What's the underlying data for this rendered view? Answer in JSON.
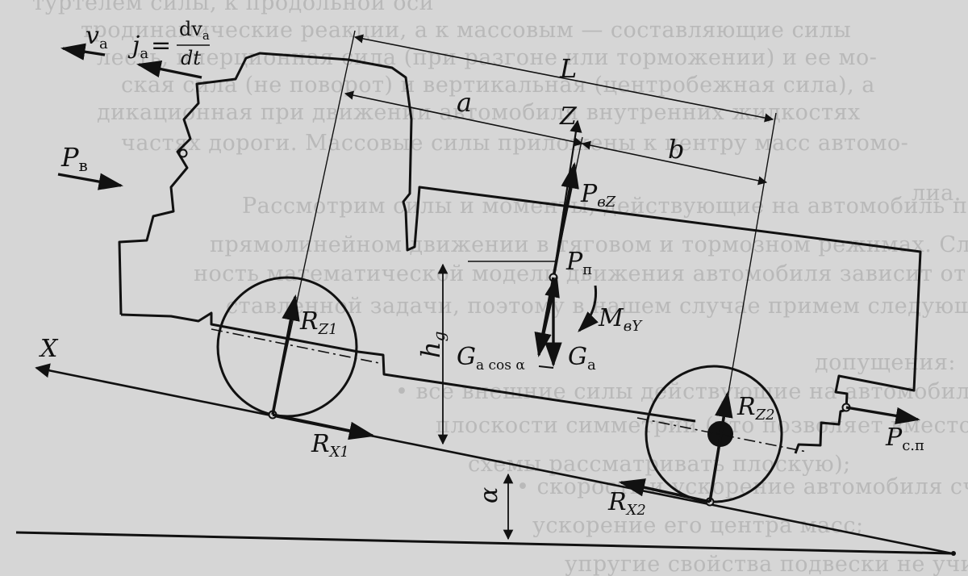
{
  "background_text": [
    "туртелем силы, к продольной оси",
    "тродинамические реакции, а к массовым — составляющие силы",
    "лесть, инерционная сила (при разгоне или торможении) и ее мо-",
    "ская сила (не поворот) и вертикальная (центробежная сила), а",
    "дикационная при движении автомобиля внутренних жидкостях",
    "частях дороги. Массовые силы приложены к центру масс автомо-",
    "лиа.",
    "Рассмотрим силы и моменты, действующие на автомобиль при",
    "прямолинейном движении в тяговом и тормозном режимах. Слож-",
    "ность математической модели движения автомобиля зависит от по-",
    "ставленной задачи, поэтому в нашем случае примем следующие",
    "допущения:",
    "• все внешние силы действующие на автомобиль, находятся в",
    "плоскости симметрии (что позволяет вместо пространственной",
    "схемы рассматривать плоскую);",
    "• скорость и ускорение автомобиля считают что скорость и",
    "ускорение его центра масс;",
    "упругие свойства подвески не учитываются:"
  ],
  "labels": {
    "v_a": "v",
    "v_a_sub": "a",
    "j_a": "j",
    "j_a_sub": "a",
    "j_eq": "=",
    "j_num_d": "dv",
    "j_num_sub": "a",
    "j_den": "dt",
    "P_v": "P",
    "P_v_sub": "в",
    "L": "L",
    "a": "a",
    "b": "b",
    "Z": "Z",
    "P_vZ": "P",
    "P_vZ_sub": "вZ",
    "P_p": "P",
    "P_p_sub": "п",
    "M_vY": "M",
    "M_vY_sub": "вY",
    "h_g": "h",
    "h_g_sub": "g",
    "G_acos": "G",
    "G_acos_sub": "a cos α",
    "G_a": "G",
    "G_a_sub": "a",
    "R_Z1": "R",
    "R_Z1_sub": "Z1",
    "R_Z2": "R",
    "R_Z2_sub": "Z2",
    "R_X1": "R",
    "R_X1_sub": "X1",
    "R_X2": "R",
    "R_X2_sub": "X2",
    "X": "X",
    "alpha": "α",
    "P_sp": "P",
    "P_sp_sub": "с.п"
  },
  "colors": {
    "background": "#d6d6d6",
    "ink": "#111111",
    "faded_text": "#b9b9b9"
  }
}
